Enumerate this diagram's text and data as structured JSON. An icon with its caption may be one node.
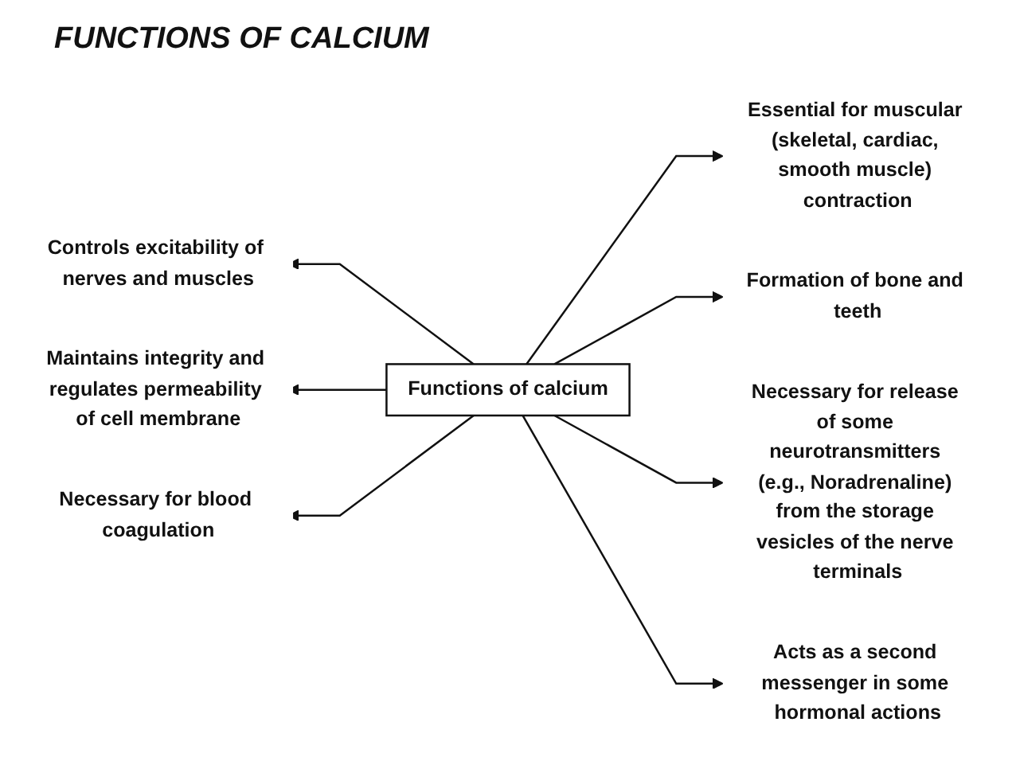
{
  "diagram": {
    "title": "FUNCTIONS OF CALCIUM",
    "nodes": [
      {
        "text": [
          "Controls excitability of nerves and muscles"
        ]
      },
      {
        "text": [
          "Essential for muscular (skeletal, cardiac, smooth muscle) contraction"
        ]
      },
      {
        "text": [
          "Formation of bone and teeth"
        ]
      },
      {
        "text": [
          "Maintains integrity and regulates permeability of cell membrane"
        ]
      },
      {
        "text": [
          "Functions of calcium"
        ]
      },
      {
        "text": [
          "Necessary for release of some neurotransmitters (e.g., Noradrenaline) from the storage vesicles of the nerve terminals"
        ]
      },
      {
        "text": [
          "Necessary for blood coagulation"
        ]
      },
      {
        "text": [
          "Acts as a second messenger in some hormonal actions"
        ]
      }
    ],
    "edges": [
      {
        "from": 4,
        "to": 0,
        "arrow": "to"
      },
      {
        "from": 4,
        "to": 1,
        "arrow": "to"
      },
      {
        "from": 4,
        "to": 2,
        "arrow": "to"
      },
      {
        "from": 4,
        "to": 3,
        "arrow": "to"
      },
      {
        "from": 4,
        "to": 5,
        "arrow": "to"
      },
      {
        "from": 4,
        "to": 6,
        "arrow": "to"
      },
      {
        "from": 4,
        "to": 7,
        "arrow": "to"
      }
    ]
  }
}
